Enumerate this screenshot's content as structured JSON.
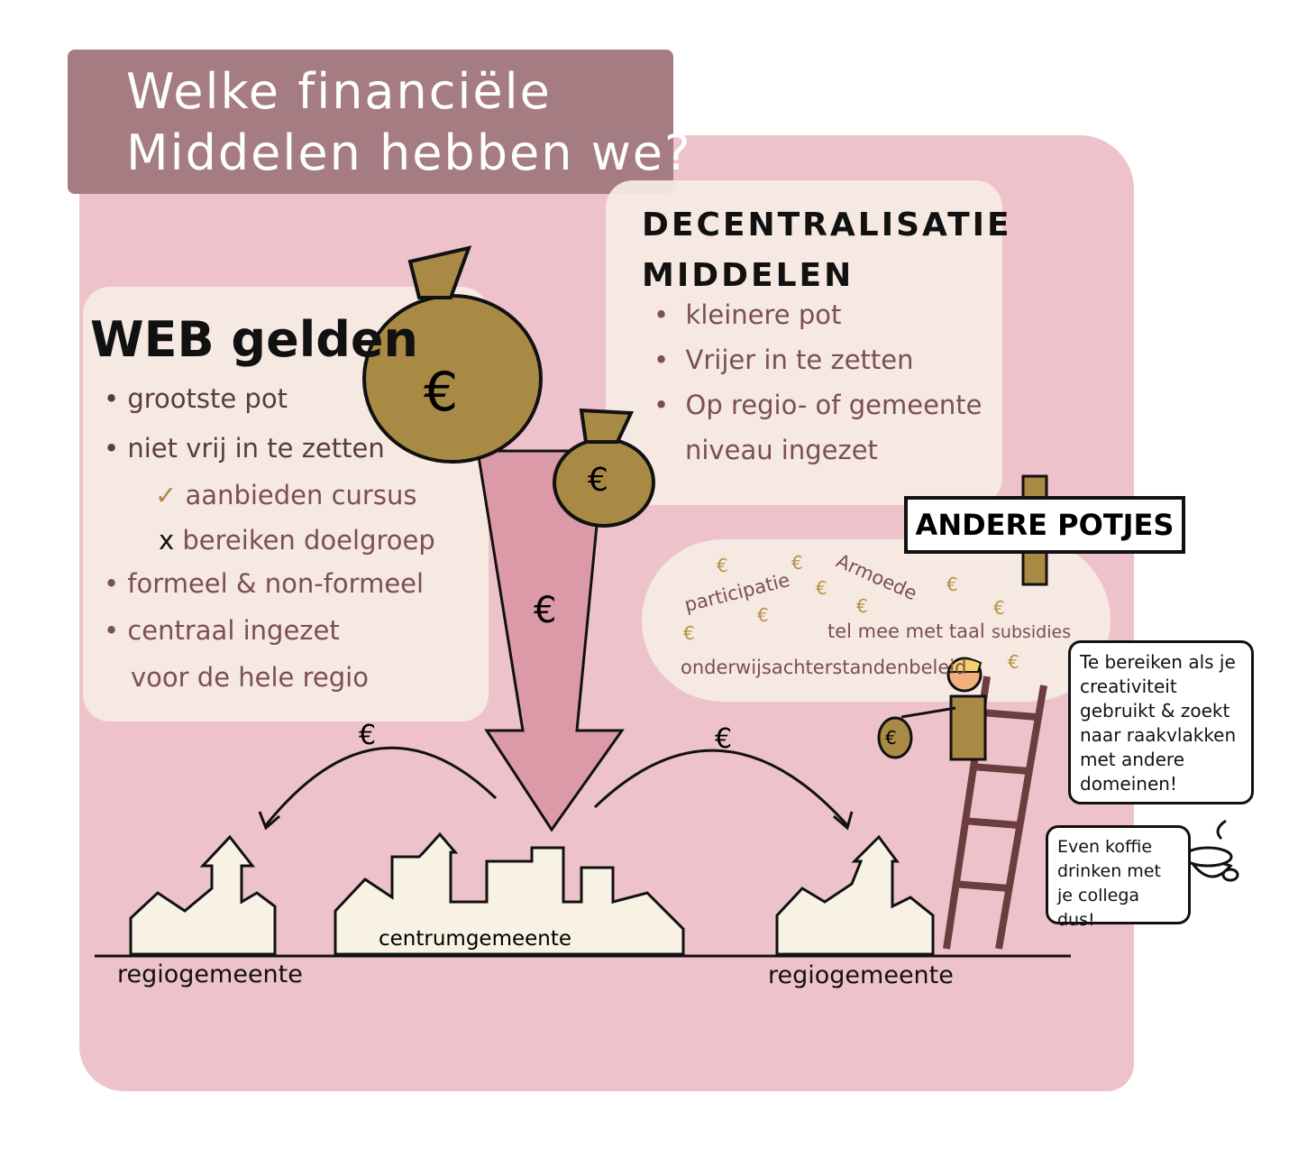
{
  "title": {
    "line1": "Welke financiële",
    "line2": "Middelen hebben we?"
  },
  "web": {
    "heading": "WEB gelden",
    "items": [
      "grootste pot",
      "niet vrij in te zetten",
      "formeel & non-formeel",
      "centraal ingezet"
    ],
    "subitems": [
      {
        "mark": "✓",
        "text": "aanbieden cursus"
      },
      {
        "mark": "x",
        "text": "bereiken doelgroep"
      }
    ],
    "continuation": "voor de hele regio"
  },
  "decentralisatie": {
    "heading_line1": "DECENTRALISATIE",
    "heading_line2": "MIDDELEN",
    "items": [
      "kleinere pot",
      "Vrijer in te zetten",
      "Op regio- of gemeente"
    ],
    "continuation": "niveau ingezet"
  },
  "andere_potjes": {
    "sign": "ANDERE POTJES",
    "words": [
      "participatie",
      "Armoede",
      "tel mee met taal",
      "subsidies",
      "onderwijsachterstandenbeleid"
    ]
  },
  "bubbles": {
    "creativity": "Te bereiken als je creativiteit gebruikt & zoekt naar raakvlakken met andere domeinen!",
    "coffee": "Even koffie drinken met je collega dus!"
  },
  "currency_symbol": "€",
  "towns": {
    "left": "regiogemeente",
    "center": "centrumgemeente",
    "right": "regiogemeente"
  },
  "colors": {
    "pink": "#eec2cb",
    "mauve": "#a57c82",
    "cream": "#f6ede3",
    "gold": "#a98a45",
    "text": "#7a4f55"
  }
}
